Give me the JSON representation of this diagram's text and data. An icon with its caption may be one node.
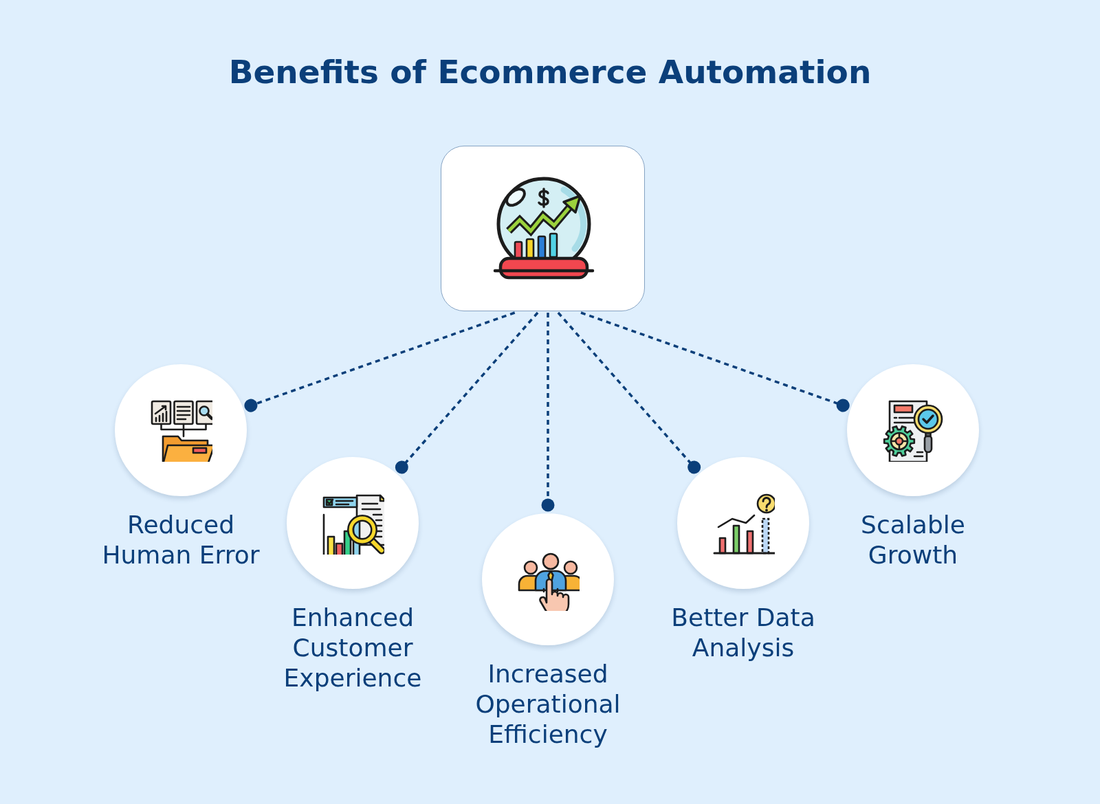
{
  "diagram": {
    "title": "Benefits of Ecommerce Automation",
    "nodes": [
      {
        "text": [],
        "shape": "box"
      },
      {
        "text": [
          "Reduced Human Error"
        ]
      },
      {
        "text": [
          "Enhanced Customer Experience"
        ]
      },
      {
        "text": [
          "Increased Operational Efficiency"
        ]
      },
      {
        "text": [
          "Better Data Analysis"
        ]
      },
      {
        "text": [
          "Scalable Growth"
        ]
      }
    ],
    "edges": [
      {
        "from": 0,
        "to": 1,
        "arrow": "other",
        "style": "dashed"
      },
      {
        "from": 0,
        "to": 2,
        "arrow": "other",
        "style": "dashed"
      },
      {
        "from": 0,
        "to": 3,
        "arrow": "other",
        "style": "dashed"
      },
      {
        "from": 0,
        "to": 4,
        "arrow": "other",
        "style": "dashed"
      },
      {
        "from": 0,
        "to": 5,
        "arrow": "other",
        "style": "dashed"
      }
    ]
  }
}
